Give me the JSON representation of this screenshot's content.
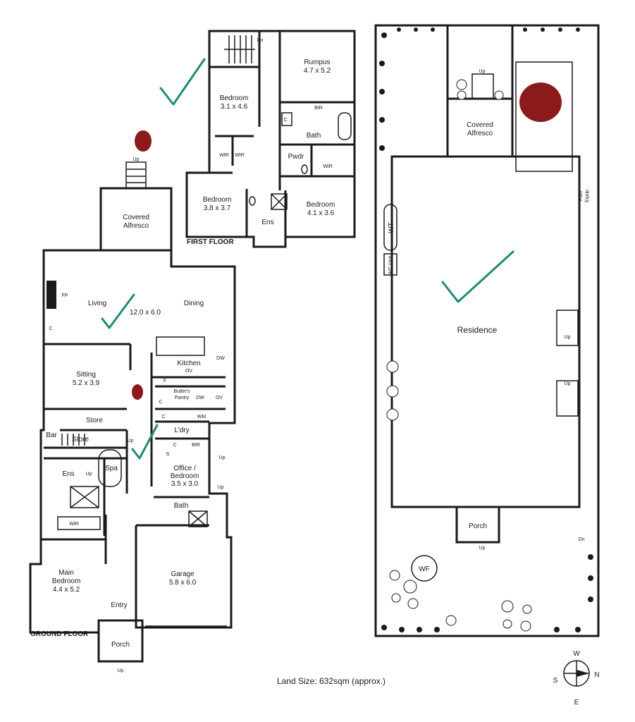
{
  "colors": {
    "line": "#1a1a1a",
    "check_mark": "#1f8a76",
    "dot_mark": "#8b1a1a"
  },
  "floor_labels": {
    "ground": "GROUND FLOOR",
    "first": "FIRST FLOOR"
  },
  "first_floor": {
    "rumpus": {
      "name": "Rumpus",
      "size": "4.7 x 5.2"
    },
    "bedroom_a": {
      "name": "Bedroom",
      "size": "3.1 x 4.6"
    },
    "bedroom_b": {
      "name": "Bedroom",
      "size": "3.8 x 3.7"
    },
    "bedroom_c": {
      "name": "Bedroom",
      "size": "4.1 x 3.6"
    },
    "bath": "Bath",
    "bir": "BIR",
    "pwdr": "Pwdr",
    "wir_1": "WIR",
    "wir_2": "WIR",
    "wir_3": "WIR",
    "ens": "Ens",
    "c": "C",
    "dn": "Dn"
  },
  "ground_floor": {
    "alfresco": {
      "line1": "Covered",
      "line2": "Alfresco"
    },
    "up_alfresco": "Up",
    "living": "Living",
    "dining": "Dining",
    "living_size": "12.0 x 6.0",
    "fp": "FP",
    "c_living": "C",
    "sitting": {
      "name": "Sitting",
      "size": "5.2 x 3.9"
    },
    "kitchen": "Kitchen",
    "ov": "OV",
    "dw": "DW",
    "f": "F",
    "butlers": {
      "line1": "Butler's",
      "line2": "Pantry"
    },
    "dw2": "DW",
    "ov2": "OV",
    "c_pantry": "C",
    "c_ldry": "C",
    "wm": "WM",
    "ldry": "L'dry",
    "store_1": "Store",
    "store_2": "Store",
    "bar": "Bar",
    "up_stair": "Up",
    "c_office": "C",
    "bir": "BIR",
    "s": "S",
    "up_side_1": "Up",
    "ens": "Ens",
    "spa": "Spa",
    "up_spa": "Up",
    "office": {
      "line1": "Office /",
      "line2": "Bedroom",
      "size": "3.5 x 3.0"
    },
    "up_side_2": "Up",
    "bath": "Bath",
    "wir": "WIR",
    "main_bedroom": {
      "line1": "Main",
      "line2": "Bedroom",
      "size": "4.4 x 5.2"
    },
    "garage": {
      "name": "Garage",
      "size": "5.8 x 6.0"
    },
    "entry": "Entry",
    "porch": "Porch",
    "up_porch": "Up"
  },
  "site_plan": {
    "alfresco": {
      "line1": "Covered",
      "line2": "Alfresco"
    },
    "up_top": "Up",
    "pool_equip": {
      "line1": "Pool",
      "line2": "Equip"
    },
    "wt": "WT",
    "ac_unit": "A/C Unit",
    "residence": "Residence",
    "up_right_1": "Up",
    "up_right_2": "Up",
    "porch": "Porch",
    "up_porch": "Up",
    "dn": "Dn",
    "wf": "WF"
  },
  "land_size": "Land Size: 632sqm (approx.)",
  "compass": {
    "w": "W",
    "s": "S",
    "n": "N",
    "e": "E"
  }
}
